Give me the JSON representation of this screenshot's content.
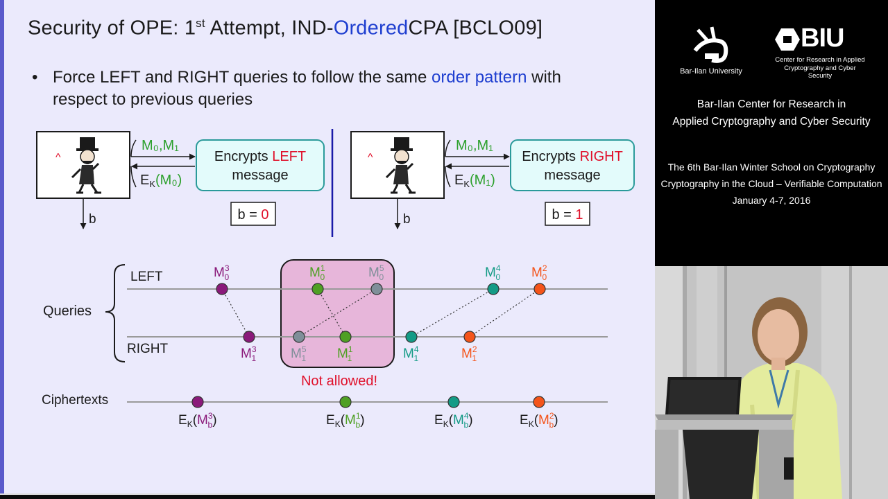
{
  "slide": {
    "title_pre": "Security of OPE: 1",
    "title_sup": "st",
    "title_mid": " Attempt, IND-",
    "title_accent": "Ordered",
    "title_post": "CPA [BCLO09]",
    "bullet_symbol": "•",
    "bullet_part1": "Force LEFT and RIGHT queries to follow the same ",
    "bullet_accent": "order pattern",
    "bullet_part2": " with respect to previous queries",
    "left_game": {
      "adversary_mark": "^",
      "query_label": "M₀,M₁",
      "answer_label_prefix": "E",
      "answer_label_sub": "K",
      "answer_label_arg": "(M₀)",
      "box_line1_prefix": "Encrypts ",
      "box_line1_accent": "LEFT",
      "box_line2": "message",
      "output": "b",
      "b_eq": "b = ",
      "b_val": "0"
    },
    "right_game": {
      "adversary_mark": "^",
      "query_label": "M₀,M₁",
      "answer_label_prefix": "E",
      "answer_label_sub": "K",
      "answer_label_arg": "(M₁)",
      "box_line1_prefix": "Encrypts ",
      "box_line1_accent": "RIGHT",
      "box_line2": "message",
      "output": "b",
      "b_eq": "b = ",
      "b_val": "1"
    },
    "diagram": {
      "queries_label": "Queries",
      "left_label": "LEFT",
      "right_label": "RIGHT",
      "ciphertexts_label": "Ciphertexts",
      "not_allowed": "Not allowed!",
      "left_points": [
        {
          "sup": "3",
          "sub": "0",
          "color": "#8a1a7a"
        },
        {
          "sup": "1",
          "sub": "0",
          "color": "#4fa024"
        },
        {
          "sup": "5",
          "sub": "0",
          "color": "#7f8f99"
        },
        {
          "sup": "4",
          "sub": "0",
          "color": "#149b86"
        },
        {
          "sup": "2",
          "sub": "0",
          "color": "#f4541a"
        }
      ],
      "right_points": [
        {
          "sup": "3",
          "sub": "1",
          "color": "#8a1a7a"
        },
        {
          "sup": "5",
          "sub": "1",
          "color": "#7f8f99"
        },
        {
          "sup": "1",
          "sub": "1",
          "color": "#4fa024"
        },
        {
          "sup": "4",
          "sub": "1",
          "color": "#149b86"
        },
        {
          "sup": "2",
          "sub": "1",
          "color": "#f4541a"
        }
      ],
      "cipher_points": [
        {
          "sup": "3",
          "color": "#8a1a7a"
        },
        {
          "sup": "1",
          "color": "#4fa024"
        },
        {
          "sup": "4",
          "color": "#149b86"
        },
        {
          "sup": "2",
          "color": "#f4541a"
        }
      ],
      "point_letter": "M",
      "cipher_prefix": "E",
      "cipher_sub": "K",
      "cipher_sub_b": "b"
    },
    "colors": {
      "green": "#2ca02c",
      "red": "#e0102a",
      "accent_blue": "#1f3fd0",
      "box_fill": "#e3fbfb",
      "box_border": "#2a9a9a",
      "not_allowed_fill": "#e7b6da"
    }
  },
  "right_panel": {
    "logo_left_caption": "Bar-Ilan University",
    "logo_right_text": "BIU",
    "logo_right_caption_line1": "Center for Research in Applied",
    "logo_right_caption_line2": "Cryptography and Cyber Security",
    "center_line1": "Bar-Ilan Center for Research in",
    "center_line2": "Applied Cryptography and Cyber Security",
    "event_line1": "The 6th Bar-Ilan Winter School on Cryptography",
    "event_line2": "Cryptography in the Cloud – Verifiable Computation",
    "event_line3": "January 4-7, 2016"
  }
}
